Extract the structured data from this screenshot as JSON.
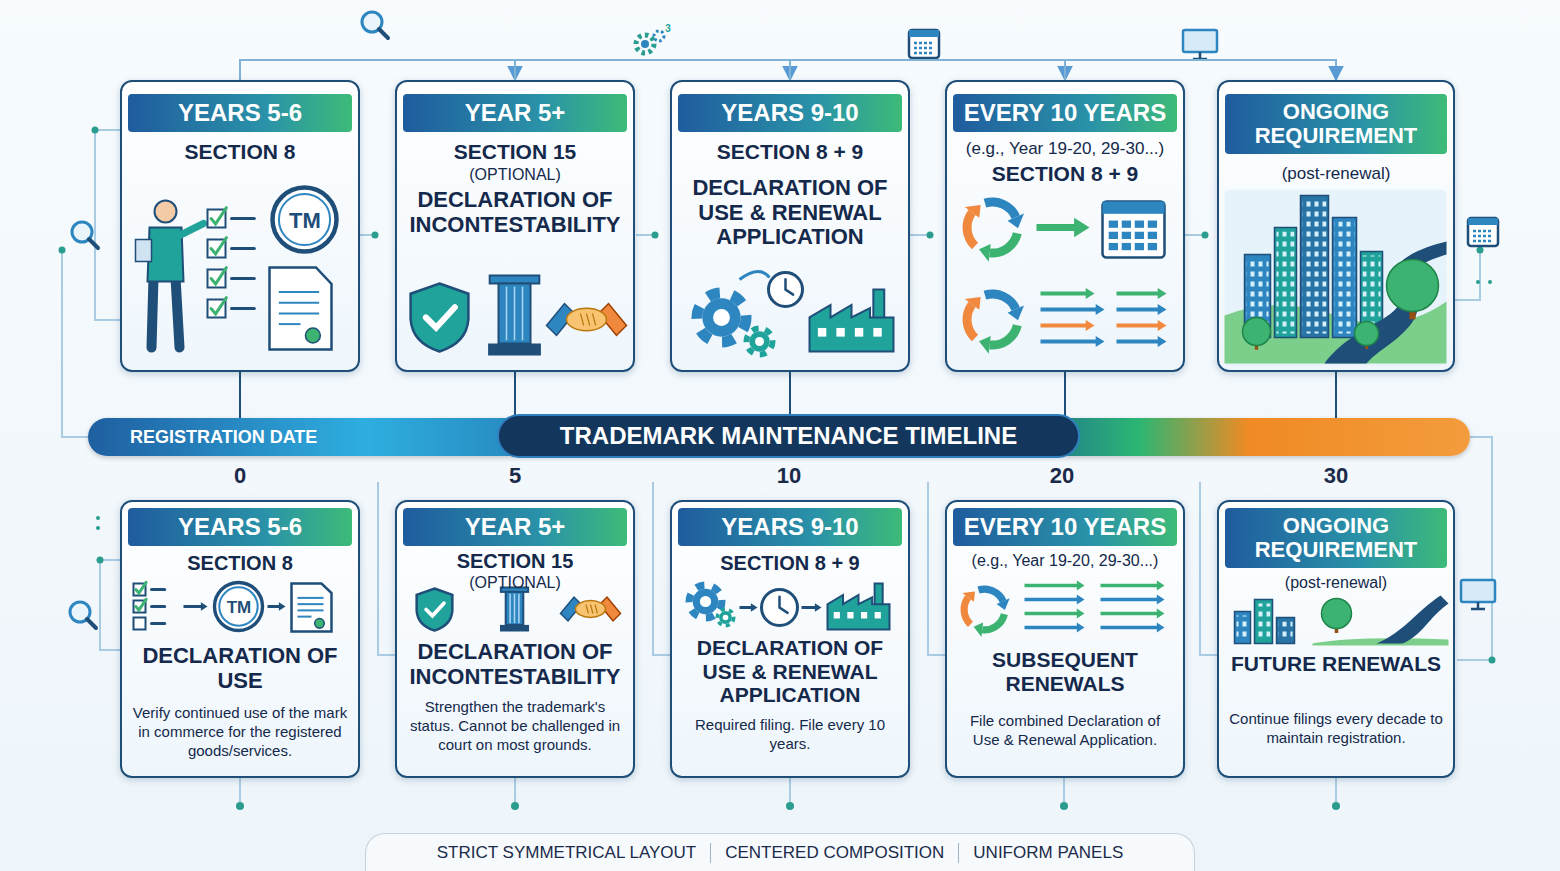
{
  "diagram": {
    "title": "TRADEMARK MAINTENANCE TIMELINE",
    "nodes": [
      {
        "text": [
          "YEARS 5-6",
          "SECTION 8"
        ]
      },
      {
        "text": [
          "YEAR 5+",
          "SECTION 15",
          "(OPTIONAL)",
          "DECLARATION OF INCONTESTABILITY"
        ]
      },
      {
        "text": [
          "YEARS 9-10",
          "SECTION 8 + 9",
          "DECLARATION OF USE & RENEWAL APPLICATION"
        ]
      },
      {
        "text": [
          "EVERY 10 YEARS",
          "(e.g., Year 19-20, 29-30...)",
          "SECTION 8 + 9"
        ]
      },
      {
        "text": [
          "ONGOING REQUIREMENT",
          "(post-renewal)"
        ]
      },
      {
        "text": [
          "REGISTRATION DATE"
        ]
      },
      {
        "text": [
          "YEARS 5-6",
          "SECTION 8",
          "DECLARATION OF USE",
          "Verify continued use of the mark in commerce for the registered goods/services."
        ]
      },
      {
        "text": [
          "YEAR 5+",
          "SECTION 15",
          "(OPTIONAL)",
          "DECLARATION OF INCONTESTABILITY",
          "Strengthen the trademark's status. Cannot be challenged in court on most grounds."
        ]
      },
      {
        "text": [
          "YEARS 9-10",
          "SECTION 8 + 9",
          "DECLARATION OF USE & RENEWAL APPLICATION",
          "Required filing. File every 10 years."
        ]
      },
      {
        "text": [
          "EVERY 10 YEARS",
          "(e.g., Year 19-20, 29-30...)",
          "SUBSEQUENT RENEWALS",
          "File combined Declaration of Use & Renewal Application."
        ]
      },
      {
        "text": [
          "ONGOING REQUIREMENT",
          "(post-renewal)",
          "FUTURE RENEWALS",
          "Continue filings every decade to maintain registration."
        ]
      },
      {
        "text": [
          "STRICT SYMMETRICAL LAYOUT",
          "CENTERED COMPOSITION",
          "UNIFORM PANELS"
        ]
      }
    ],
    "edges": [
      {
        "from": 0,
        "to": 5,
        "arrow": "none"
      },
      {
        "from": 1,
        "to": 5,
        "arrow": "none"
      },
      {
        "from": 2,
        "to": 5,
        "arrow": "none"
      },
      {
        "from": 3,
        "to": 5,
        "arrow": "none"
      },
      {
        "from": 4,
        "to": 5,
        "arrow": "none"
      },
      {
        "from": 0,
        "to": 1,
        "arrow": "to"
      },
      {
        "from": 1,
        "to": 2,
        "arrow": "to"
      },
      {
        "from": 2,
        "to": 3,
        "arrow": "to"
      },
      {
        "from": 3,
        "to": 4,
        "arrow": "to"
      }
    ],
    "labels": [
      "3",
      "TM",
      "0",
      "5",
      "10",
      "20",
      "30",
      "TM"
    ]
  }
}
